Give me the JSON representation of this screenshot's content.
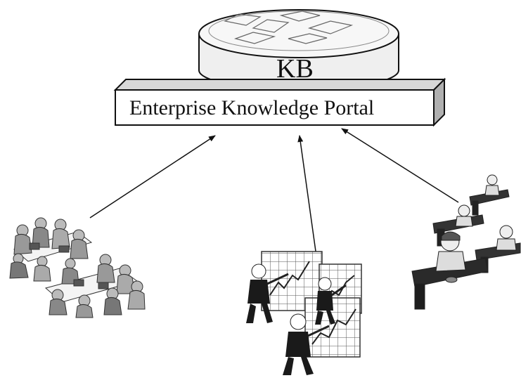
{
  "diagram": {
    "database": {
      "label": "KB",
      "icon": "database-cylinder-icon"
    },
    "portal": {
      "label": "Enterprise Knowledge Portal"
    },
    "groups": [
      {
        "name": "team-meeting-group",
        "icon": "people-meeting-clipart-icon"
      },
      {
        "name": "presenters-group",
        "icon": "presenter-with-chart-clipart-icon"
      },
      {
        "name": "office-workers-group",
        "icon": "desk-workers-clipart-icon"
      }
    ],
    "arrows": [
      {
        "from": "team-meeting-group",
        "to": "portal"
      },
      {
        "from": "presenters-group",
        "to": "portal"
      },
      {
        "from": "office-workers-group",
        "to": "portal"
      }
    ],
    "colors": {
      "line": "#111111",
      "fill_light": "#f2f2f2",
      "fill_mid": "#cfcfcf",
      "fill_dark": "#555555"
    }
  }
}
